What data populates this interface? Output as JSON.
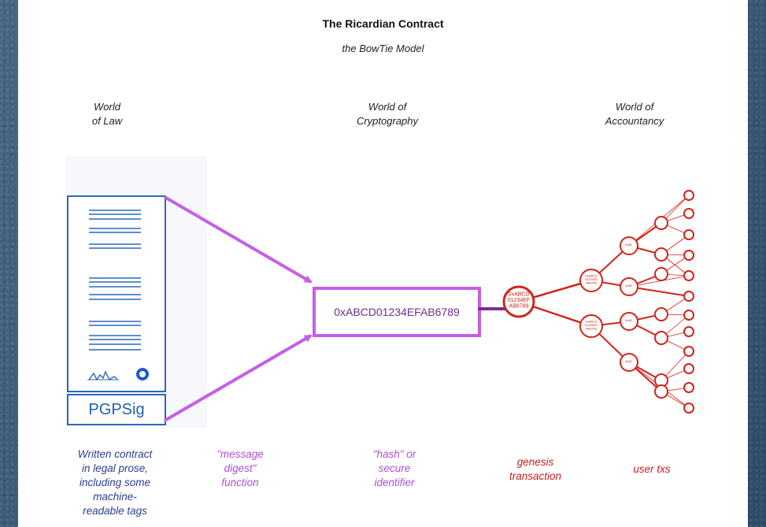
{
  "title": "The Ricardian Contract",
  "subtitle": "the BowTie Model",
  "worlds": {
    "law": [
      "World",
      "of Law"
    ],
    "crypto": [
      "World of",
      "Cryptography"
    ],
    "accountancy": [
      "World of",
      "Accountancy"
    ]
  },
  "document": {
    "signature_label": "PGPSig"
  },
  "hash_value": "0xABCD01234EFAB6789",
  "genesis_node_text": [
    "0xABCD",
    "01234EF",
    "AB6789"
  ],
  "small_node_text": [
    "0xABCD",
    "01234EF",
    "AB6789"
  ],
  "tiny_node_text": "0xAB..",
  "captions": {
    "written": [
      "Written contract",
      "in legal prose,",
      "including some",
      "machine-",
      "readable tags"
    ],
    "digest": [
      "\"message",
      "digest\"",
      "function"
    ],
    "hash": [
      "\"hash\" or",
      "secure",
      "identifier"
    ],
    "genesis": [
      "genesis",
      "transaction"
    ],
    "user": [
      "user txs"
    ]
  },
  "colors": {
    "blue": "#2a68b8",
    "purple": "#c45fe6",
    "dark_purple": "#7a2f9a",
    "red": "#d0241c",
    "caption_blue": "#2b3f8c",
    "caption_purple": "#b04fd4",
    "caption_red": "#c61f1a"
  }
}
